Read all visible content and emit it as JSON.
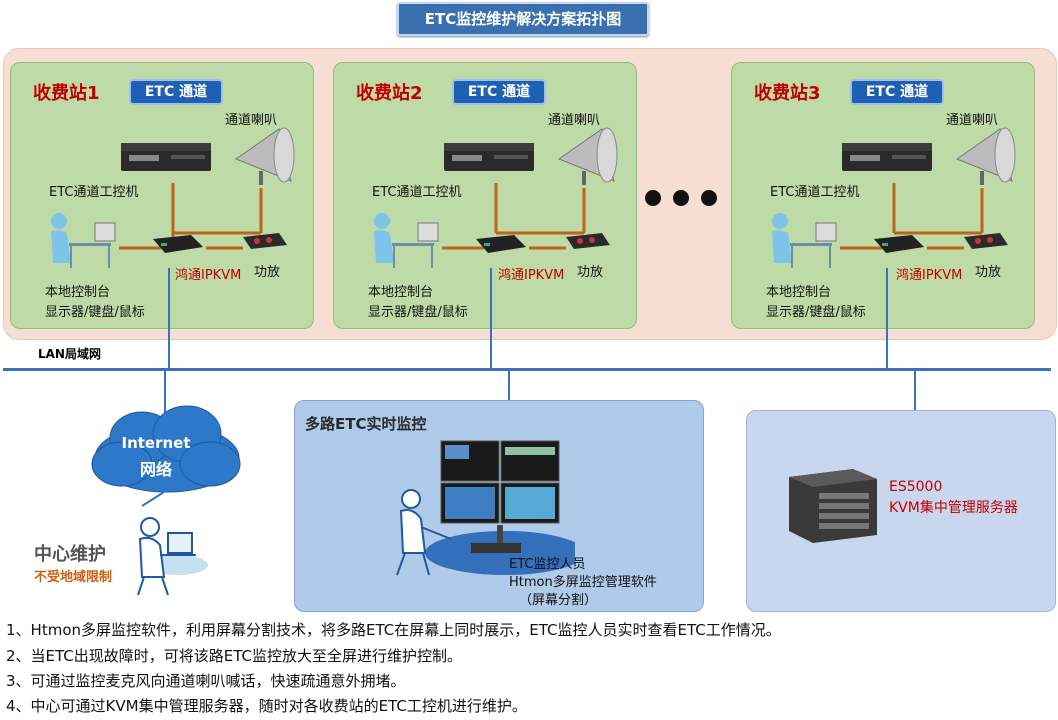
{
  "title": "ETC监控维护解决方案拓扑图",
  "stations": [
    {
      "name": "收费站1",
      "badge": "ETC 通道",
      "speaker_label": "通道喇叭",
      "pc_label": "ETC通道工控机",
      "ipkvm_label": "鸿通IPKVM",
      "amp_label": "功放",
      "console_label": "本地控制台",
      "peripherals_label": "显示器/键盘/鼠标"
    },
    {
      "name": "收费站2",
      "badge": "ETC 通道",
      "speaker_label": "通道喇叭",
      "pc_label": "ETC通道工控机",
      "ipkvm_label": "鸿通IPKVM",
      "amp_label": "功放",
      "console_label": "本地控制台",
      "peripherals_label": "显示器/键盘/鼠标"
    },
    {
      "name": "收费站3",
      "badge": "ETC 通道",
      "speaker_label": "通道喇叭",
      "pc_label": "ETC通道工控机",
      "ipkvm_label": "鸿通IPKVM",
      "amp_label": "功放",
      "console_label": "本地控制台",
      "peripherals_label": "显示器/键盘/鼠标"
    }
  ],
  "lan_label": "LAN局域网",
  "internet": {
    "line1": "Internet",
    "line2": "网络"
  },
  "center": {
    "title": "中心维护",
    "subtitle": "不受地域限制"
  },
  "monitor": {
    "title": "多路ETC实时监控",
    "line1": "ETC监控人员",
    "line2": "Htmon多屏监控管理软件",
    "line3": "（屏幕分割）"
  },
  "server": {
    "model": "ES5000",
    "desc": "KVM集中管理服务器"
  },
  "notes": [
    "1、Htmon多屏监控软件，利用屏幕分割技术，将多路ETC在屏幕上同时展示，ETC监控人员实时查看ETC工作情况。",
    "2、当ETC出现故障时，可将该路ETC监控放大至全屏进行维护控制。",
    "3、可通过监控麦克风向通道喇叭喊话，快速疏通意外拥堵。",
    "4、中心可通过KVM集中管理服务器，随时对各收费站的ETC工控机进行维护。"
  ],
  "colors": {
    "station_fill": "#bedba7",
    "outer_fill": "#f6dfd2",
    "link": "#c0631a",
    "lan": "#3b73bb",
    "accent_red": "#c00000",
    "title_fill": "#3a6fb0"
  }
}
